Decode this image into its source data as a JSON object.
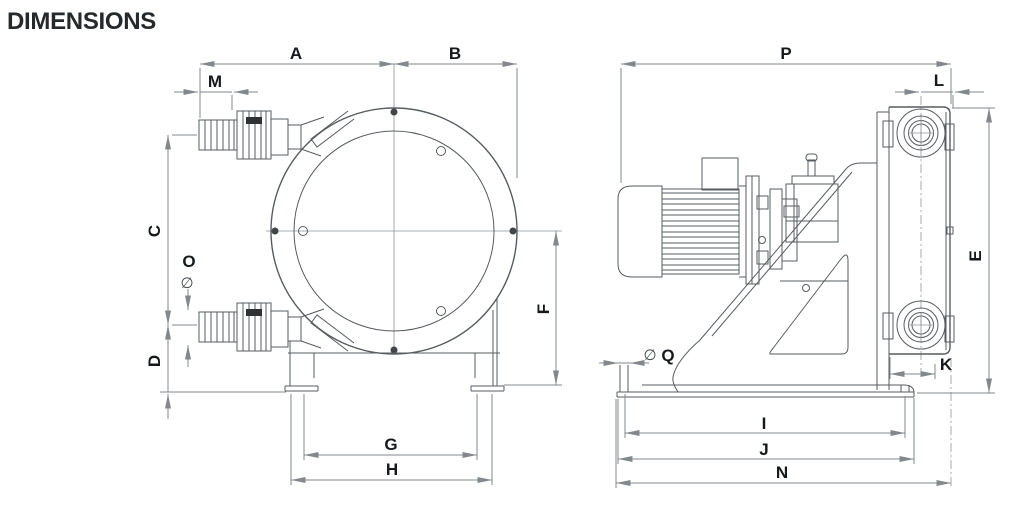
{
  "title": "DIMENSIONS",
  "symbols": {
    "diameter": "∅"
  },
  "front_view": {
    "labels": {
      "A": "A",
      "B": "B",
      "C": "C",
      "D": "D",
      "F": "F",
      "G": "G",
      "H": "H",
      "M": "M",
      "O": "O"
    }
  },
  "side_view": {
    "labels": {
      "E": "E",
      "I": "I",
      "J": "J",
      "K": "K",
      "L": "L",
      "N": "N",
      "P": "P",
      "Q": "Q"
    }
  }
}
